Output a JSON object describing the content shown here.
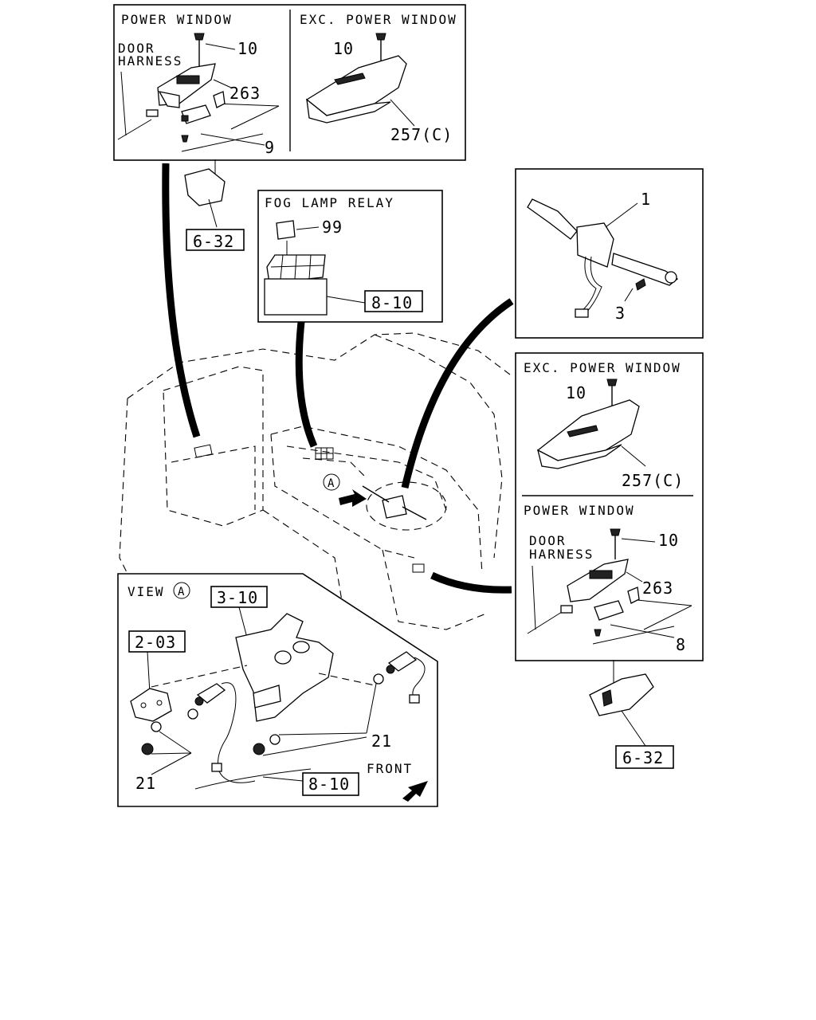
{
  "panels": {
    "top_left_power": {
      "title": "POWER WINDOW",
      "door_harness_1": "DOOR",
      "door_harness_2": "HARNESS",
      "callout_10": "10",
      "callout_263": "263",
      "callout_9": "9"
    },
    "top_left_exc": {
      "title": "EXC. POWER WINDOW",
      "callout_10": "10",
      "callout_257c": "257(C)"
    },
    "ref_6_32_top": "6-32",
    "fog_lamp_relay": {
      "title": "FOG LAMP RELAY",
      "callout_99": "99",
      "ref": "8-10"
    },
    "combination_switch": {
      "callout_1": "1",
      "callout_3": "3"
    },
    "right_exc": {
      "title": "EXC. POWER WINDOW",
      "callout_10": "10",
      "callout_257c": "257(C)"
    },
    "right_power": {
      "title": "POWER WINDOW",
      "door_harness_1": "DOOR",
      "door_harness_2": "HARNESS",
      "callout_10": "10",
      "callout_263": "263",
      "callout_8": "8"
    },
    "ref_6_32_right": "6-32",
    "view_a": {
      "title": "VIEW",
      "circle_letter": "A",
      "ref_3_10": "3-10",
      "ref_2_03": "2-03",
      "callout_21_right": "21",
      "callout_21_left": "21",
      "ref_8_10": "8-10",
      "front_label": "FRONT"
    },
    "car_body": {
      "circle_letter": "A"
    }
  }
}
